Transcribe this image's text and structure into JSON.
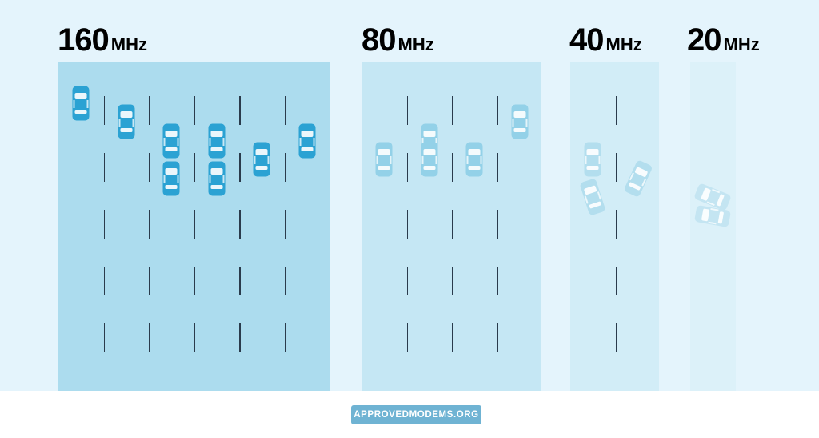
{
  "bands": [
    {
      "id": "160",
      "value": "160",
      "unit": "MHz",
      "road_color": "#acdcee",
      "car_color": "#2ba2d3",
      "lanes": 6,
      "cars": [
        [
          0,
          1,
          0
        ],
        [
          1,
          2,
          0
        ],
        [
          2,
          3,
          0
        ],
        [
          2,
          5,
          0
        ],
        [
          3,
          3,
          0
        ],
        [
          3,
          5,
          0
        ],
        [
          4,
          4,
          0
        ],
        [
          5,
          3,
          0
        ]
      ]
    },
    {
      "id": "80",
      "value": "80",
      "unit": "MHz",
      "road_color": "#c5e7f4",
      "car_color": "#93d1e8",
      "lanes": 4,
      "cars": [
        [
          0,
          4,
          0
        ],
        [
          1,
          3,
          0
        ],
        [
          1,
          4,
          0
        ],
        [
          2,
          4,
          0
        ],
        [
          3,
          2,
          0
        ]
      ]
    },
    {
      "id": "40",
      "value": "40",
      "unit": "MHz",
      "road_color": "#d2edf7",
      "car_color": "#b3deee",
      "lanes": 2,
      "cars": [
        [
          0,
          4,
          0
        ],
        [
          0,
          6,
          -18
        ],
        [
          1,
          5,
          25
        ]
      ]
    },
    {
      "id": "20",
      "value": "20",
      "unit": "MHz",
      "road_color": "#dcf1f9",
      "car_color": "#c4e5f2",
      "lanes": 1,
      "cars": [
        [
          0,
          6,
          -68
        ],
        [
          0,
          7,
          -80
        ]
      ]
    }
  ],
  "watermark": {
    "text": "APPROVEDMODEMS.ORG",
    "color": "#6fb3d3"
  }
}
